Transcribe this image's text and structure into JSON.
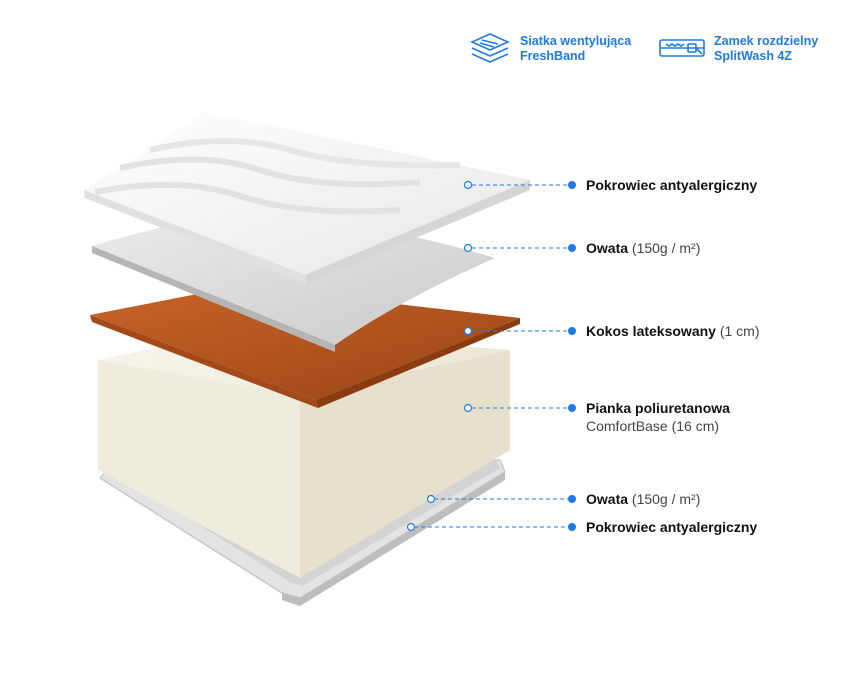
{
  "features": [
    {
      "icon": "ventilation-mesh-icon",
      "line1": "Siatka wentylująca",
      "line2": "FreshBand"
    },
    {
      "icon": "zipper-icon",
      "line1": "Zamek rozdzielny",
      "line2": "SplitWash 4Z"
    }
  ],
  "layers": [
    {
      "name": "Pokrowiec antyalergiczny",
      "detail": "",
      "sub": ""
    },
    {
      "name": "Owata",
      "detail": "(150g / m²)",
      "sub": ""
    },
    {
      "name": "Kokos lateksowany",
      "detail": "(1 cm)",
      "sub": ""
    },
    {
      "name": "Pianka poliuretanowa",
      "detail": "",
      "sub": "ComfortBase (16 cm)"
    },
    {
      "name": "Owata",
      "detail": "(150g / m²)",
      "sub": ""
    },
    {
      "name": "Pokrowiec antyalergiczny",
      "detail": "",
      "sub": ""
    }
  ],
  "colors": {
    "accent": "#1e7be6",
    "cover": "#f1f1f1",
    "wadding": "#dcdcdc",
    "coconut": "#b5541e",
    "foam": "#f2eee2"
  }
}
